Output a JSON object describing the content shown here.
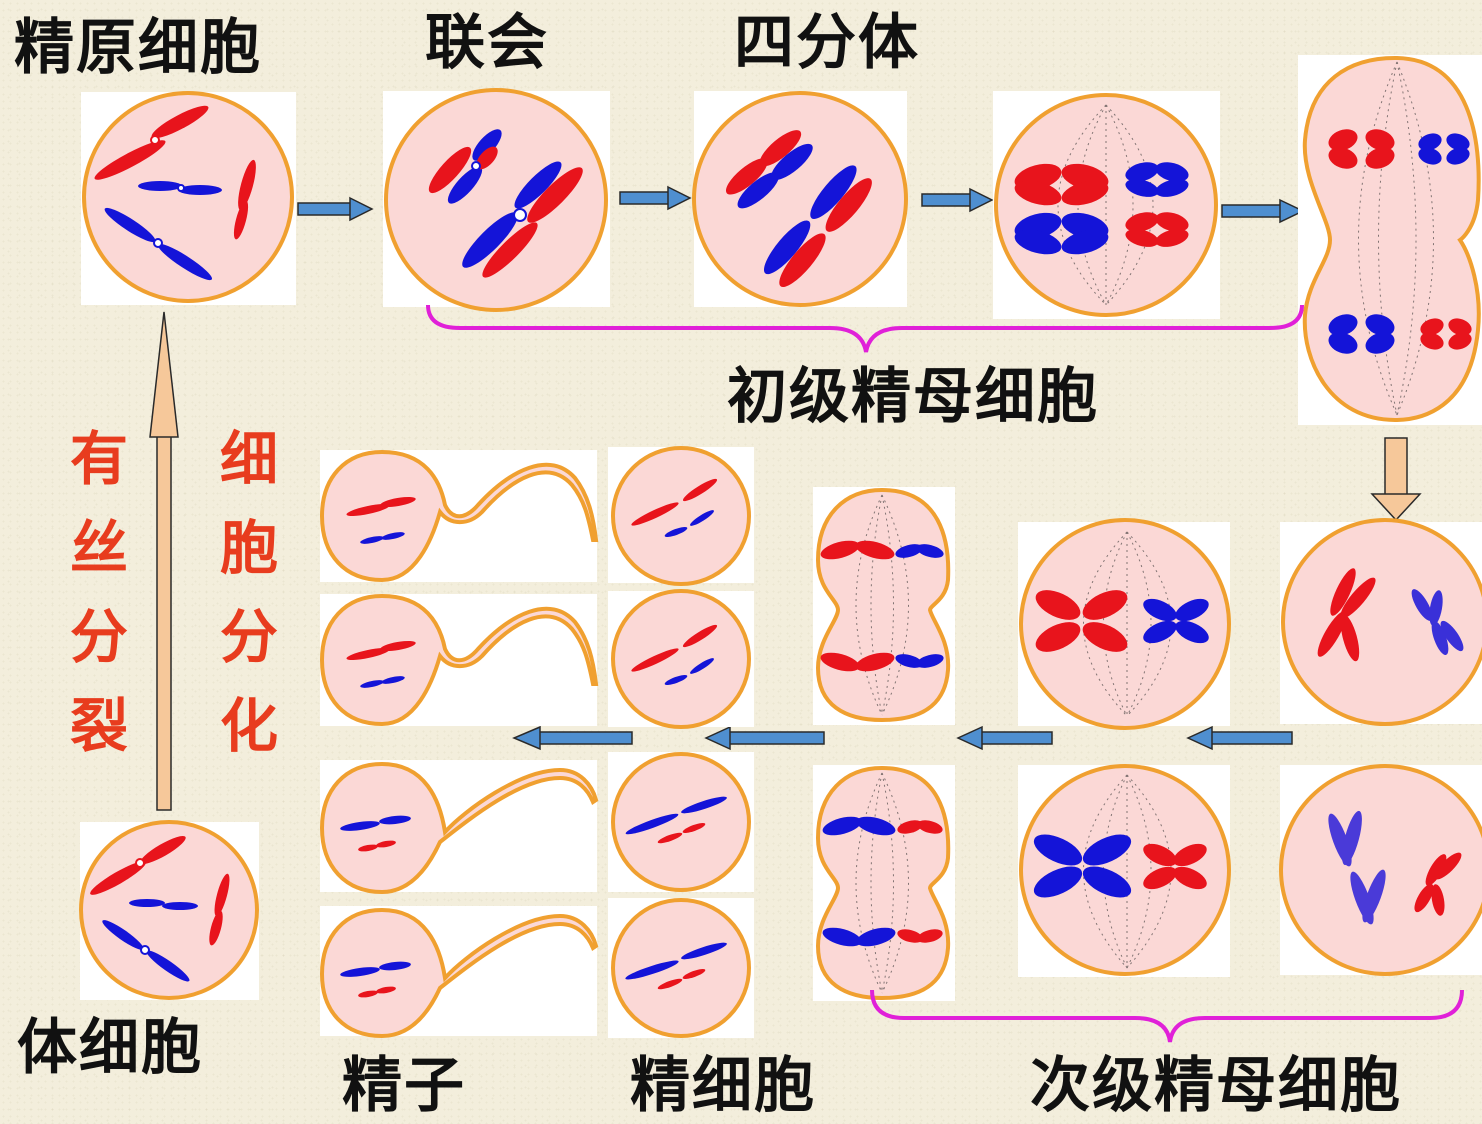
{
  "labels": {
    "spermatogonium": "精原细胞",
    "synapsis": "联会",
    "tetrad": "四分体",
    "primary_spermatocyte": "初级精母细胞",
    "secondary_spermatocyte": "次级精母细胞",
    "spermatid": "精细胞",
    "sperm": "精子",
    "somatic_cell": "体细胞"
  },
  "processes": {
    "mitosis": [
      "有",
      "丝",
      "分",
      "裂"
    ],
    "cell_differentiation": [
      "细",
      "胞",
      "分",
      "化"
    ]
  },
  "colors": {
    "paternal_chromosome": "#e8141c",
    "maternal_chromosome": "#1414d8",
    "cell_fill": "#fbd8d6",
    "cell_border": "#f0a030",
    "brace": "#e020d8",
    "arrow": "#4f8fd0",
    "vertical_arrow": "#f6c89a",
    "vertical_label": "#e83c1e"
  }
}
